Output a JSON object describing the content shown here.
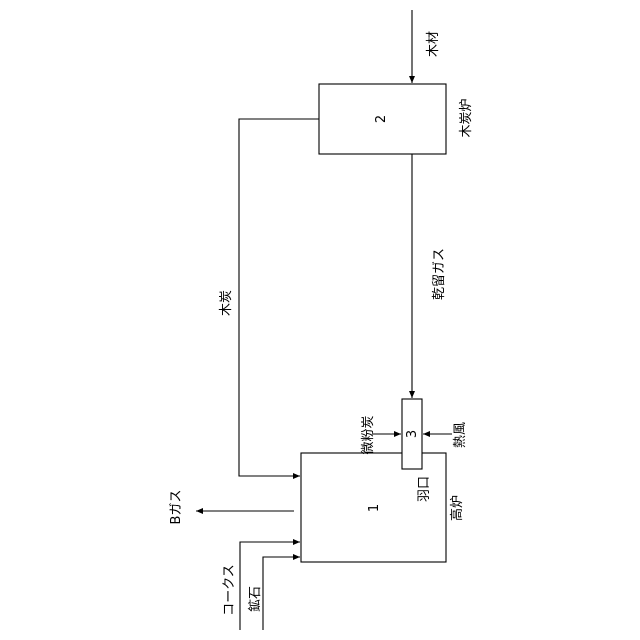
{
  "diagram": {
    "nodes": {
      "blast_furnace": {
        "number": "1",
        "label": "高炉"
      },
      "charcoal_kiln": {
        "number": "2",
        "label": "木炭炉"
      },
      "tuyere": {
        "number": "3",
        "label": "羽口"
      }
    },
    "flows": {
      "wood": "木材",
      "charcoal": "木炭",
      "carbonization_gas": "乾留ガス",
      "pulverized_coal": "微粉炭",
      "hot_blast": "熱風",
      "b_gas": "Bガス",
      "coke": "コークス",
      "ore": "鉱石"
    }
  }
}
